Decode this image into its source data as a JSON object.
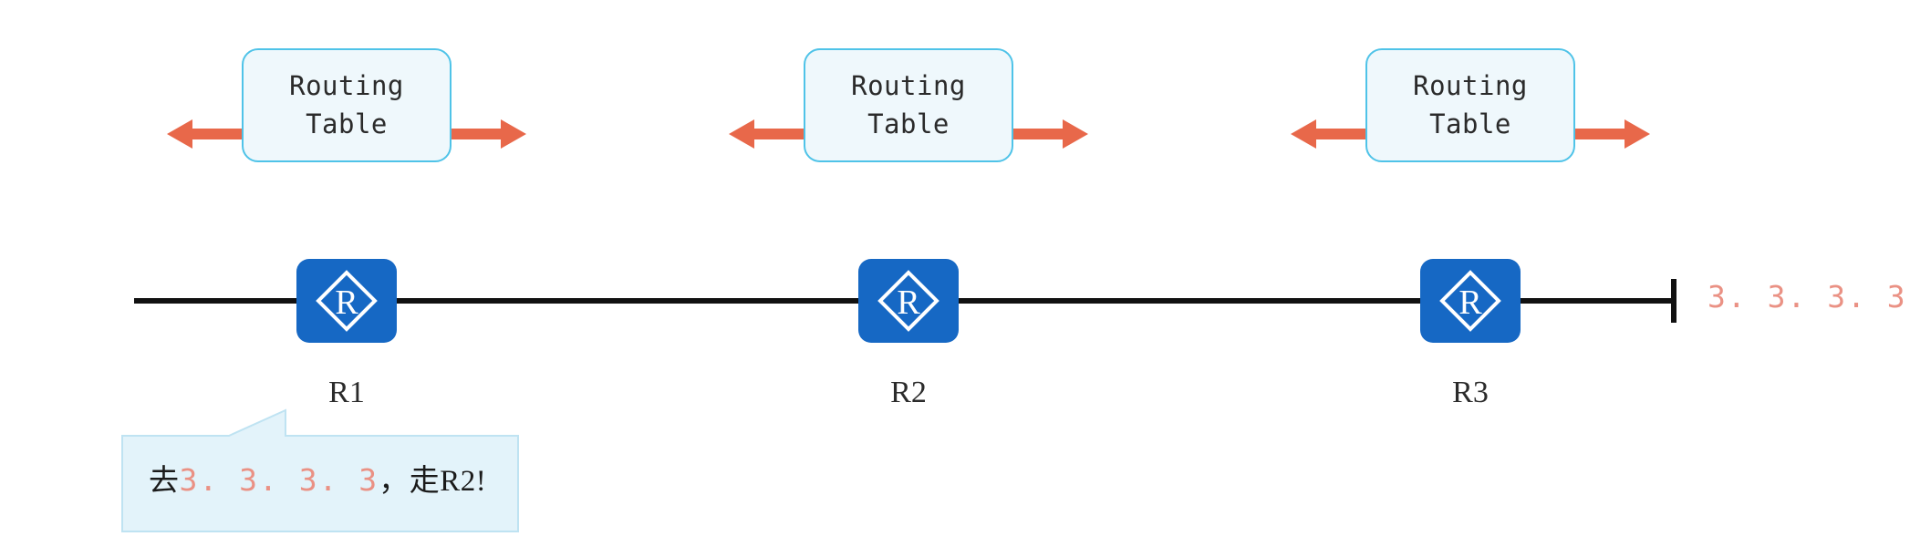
{
  "diagram": {
    "title_alt": "Router hop-by-hop routing table diagram",
    "background": "#ffffff",
    "colors": {
      "box_fill": "#eff8fc",
      "box_border": "#4fc3e8",
      "arrow": "#e8684a",
      "router_blue": "#1668c4",
      "line_black": "#111111",
      "ip_salmon": "#ea9184",
      "text_dark": "#1b1b1b"
    },
    "routing_tables": [
      {
        "line1": "Routing",
        "line2": "Table",
        "left_arrow_icon": "arrow-left-icon",
        "right_arrow_icon": "arrow-right-icon"
      },
      {
        "line1": "Routing",
        "line2": "Table",
        "left_arrow_icon": "arrow-left-icon",
        "right_arrow_icon": "arrow-right-icon"
      },
      {
        "line1": "Routing",
        "line2": "Table",
        "left_arrow_icon": "arrow-left-icon",
        "right_arrow_icon": "arrow-right-icon"
      }
    ],
    "routers": [
      {
        "label": "R1",
        "icon": "router-icon",
        "glyph": "R"
      },
      {
        "label": "R2",
        "icon": "router-icon",
        "glyph": "R"
      },
      {
        "label": "R3",
        "icon": "router-icon",
        "glyph": "R"
      }
    ],
    "endpoint": {
      "ip": "3. 3. 3. 3",
      "terminator_icon": "line-terminator-icon"
    },
    "callout": {
      "prefix": "去",
      "ip": "3. 3. 3. 3",
      "suffix": "，走",
      "target": "R2",
      "bang": "!"
    }
  }
}
